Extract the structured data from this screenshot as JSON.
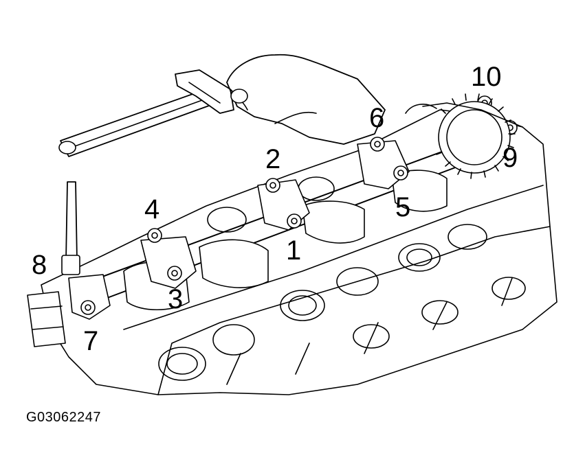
{
  "callouts": {
    "n1": "1",
    "n2": "2",
    "n3": "3",
    "n4": "4",
    "n5": "5",
    "n6": "6",
    "n7": "7",
    "n8": "8",
    "n9": "9",
    "n10": "10"
  },
  "figure_id": "G03062247",
  "colors": {
    "ink": "#000000",
    "paper": "#ffffff"
  }
}
